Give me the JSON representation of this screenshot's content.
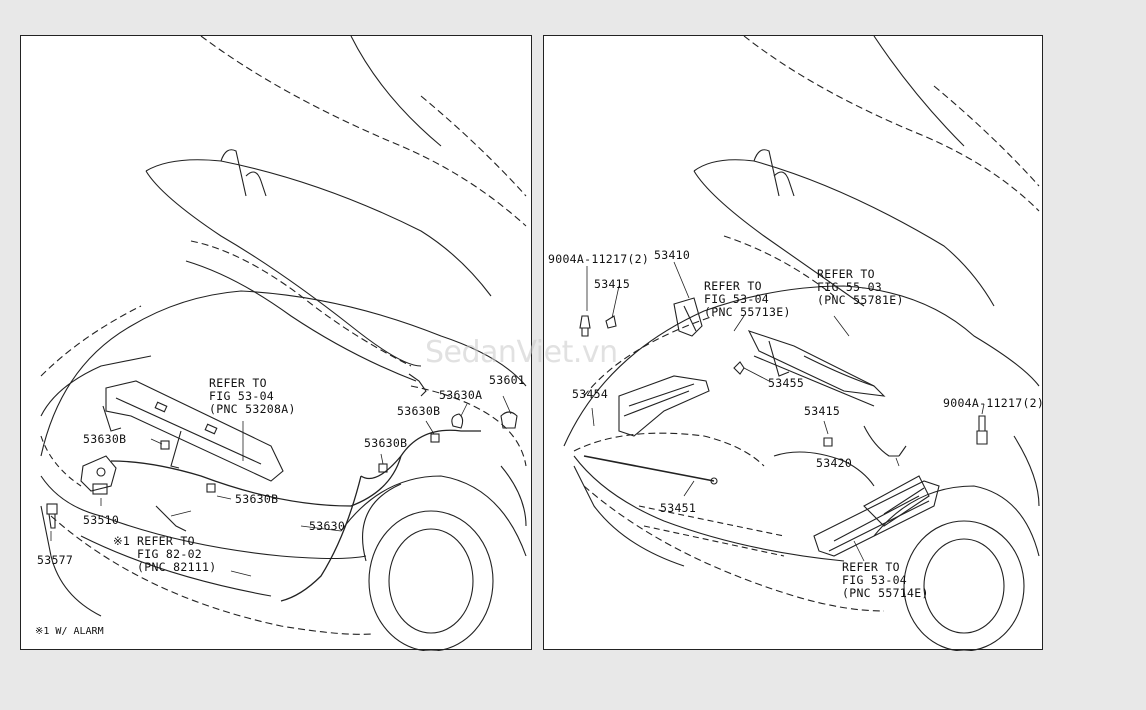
{
  "watermark": "SedanViet.vn",
  "left_panel": {
    "labels": {
      "refer_1": "REFER TO\nFIG 53-04\n(PNC 53208A)",
      "p53601": "53601",
      "p53630A": "53630A",
      "p53630B_a": "53630B",
      "p53630B_b": "53630B",
      "p53630B_c": "53630B",
      "p53630B_d": "53630B",
      "p53630": "53630",
      "p53510": "53510",
      "p53577": "53577",
      "refer_2": "REFER TO\nFIG 82-02\n(PNC 82111)",
      "mark": "※1"
    },
    "footnote": "※1 W/ ALARM"
  },
  "right_panel": {
    "labels": {
      "bolt_1": "9004A-11217(2)",
      "p53410": "53410",
      "p53415_a": "53415",
      "refer_3": "REFER TO\nFIG 53-04\n(PNC 55713E)",
      "refer_4": "REFER TO\nFIG 55-03\n(PNC 55781E)",
      "p53455": "53455",
      "p53454": "53454",
      "p53415_b": "53415",
      "bolt_2": "9004A-11217(2)",
      "p53420": "53420",
      "p53451": "53451",
      "refer_5": "REFER TO\nFIG 53-04\n(PNC 55714E)"
    }
  }
}
